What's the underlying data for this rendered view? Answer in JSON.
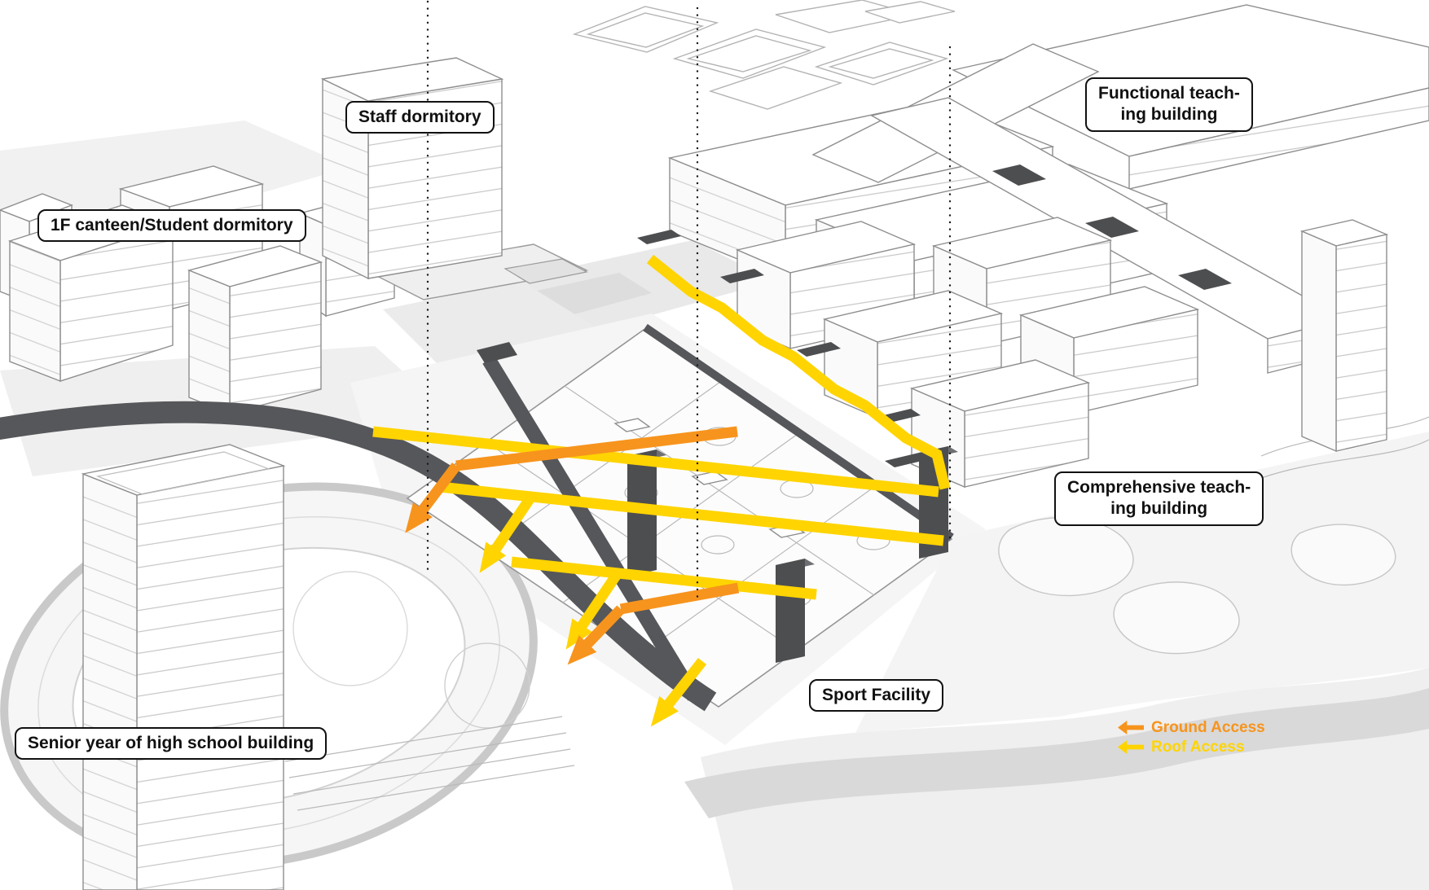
{
  "labels": {
    "staff_dormitory": "Staff dormitory",
    "canteen_student_dormitory": "1F canteen/Student dormitory",
    "functional_teaching": [
      "Functional teach-",
      "ing building"
    ],
    "comprehensive_teaching": [
      "Comprehensive teach-",
      "ing building"
    ],
    "sport_facility": "Sport Facility",
    "senior_high_school": "Senior year of high school building"
  },
  "legend": {
    "ground_access": {
      "label": "Ground Access",
      "color": "#F7941D"
    },
    "roof_access": {
      "label": "Roof Access",
      "color": "#FFD400"
    }
  },
  "colors": {
    "roof_access_path": "#FFD400",
    "ground_access_path": "#F7941D",
    "elevated_walkway": "#56575A",
    "building_line": "#8E8E8E",
    "background": "#FFFFFF"
  }
}
